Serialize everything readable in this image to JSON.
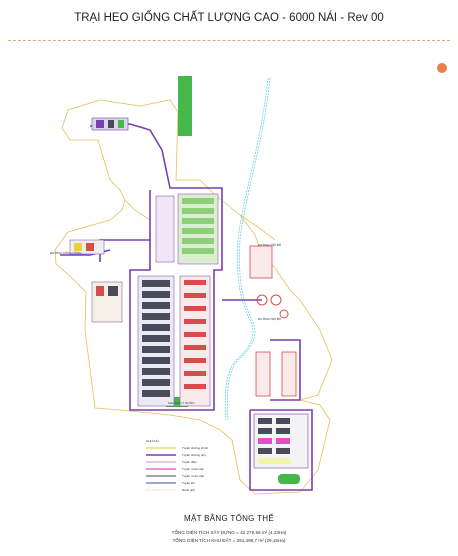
{
  "header": {
    "title": "TRẠI HEO GIỐNG CHẤT LƯỢNG CAO  - 6000 NÁI - Rev 00"
  },
  "site_plan": {
    "roads": [
      "DƯỜNG NỘI BỘ",
      "DƯỜNG NỘI BỘ",
      "ĐƯỜNG CÔNG CỘNG"
    ],
    "zones": [
      "KHU XỬ LÝ NƯỚC"
    ],
    "legend_title": "GHI CHÚ",
    "legend_items": [
      "Tuyến đường chính",
      "Tuyến đường phụ",
      "Tuyến điện",
      "Tuyến nước cấp",
      "Tuyến nước thải",
      "Tuyến khí",
      "Ranh giới"
    ],
    "colors": {
      "boundary": "#e0c25a",
      "road": "#7a3fb0",
      "water": "#6fd3e0",
      "green": "#46b84b",
      "house_dark": "#4a4a5a",
      "house_green": "#8fcf7a",
      "building_red": "#d94c4c",
      "compass": "#e8804a"
    }
  },
  "footer": {
    "title": "MẶT BẰNG TỔNG THỂ",
    "area_built": "TỔNG DIỆN TÍCH XÂY DỰNG = 42.279,58 m² (4,23Ha)",
    "area_land": "TỔNG DIỆN TÍCH KHU ĐẤT = 291.498,7 m² (29,15Ha)"
  }
}
